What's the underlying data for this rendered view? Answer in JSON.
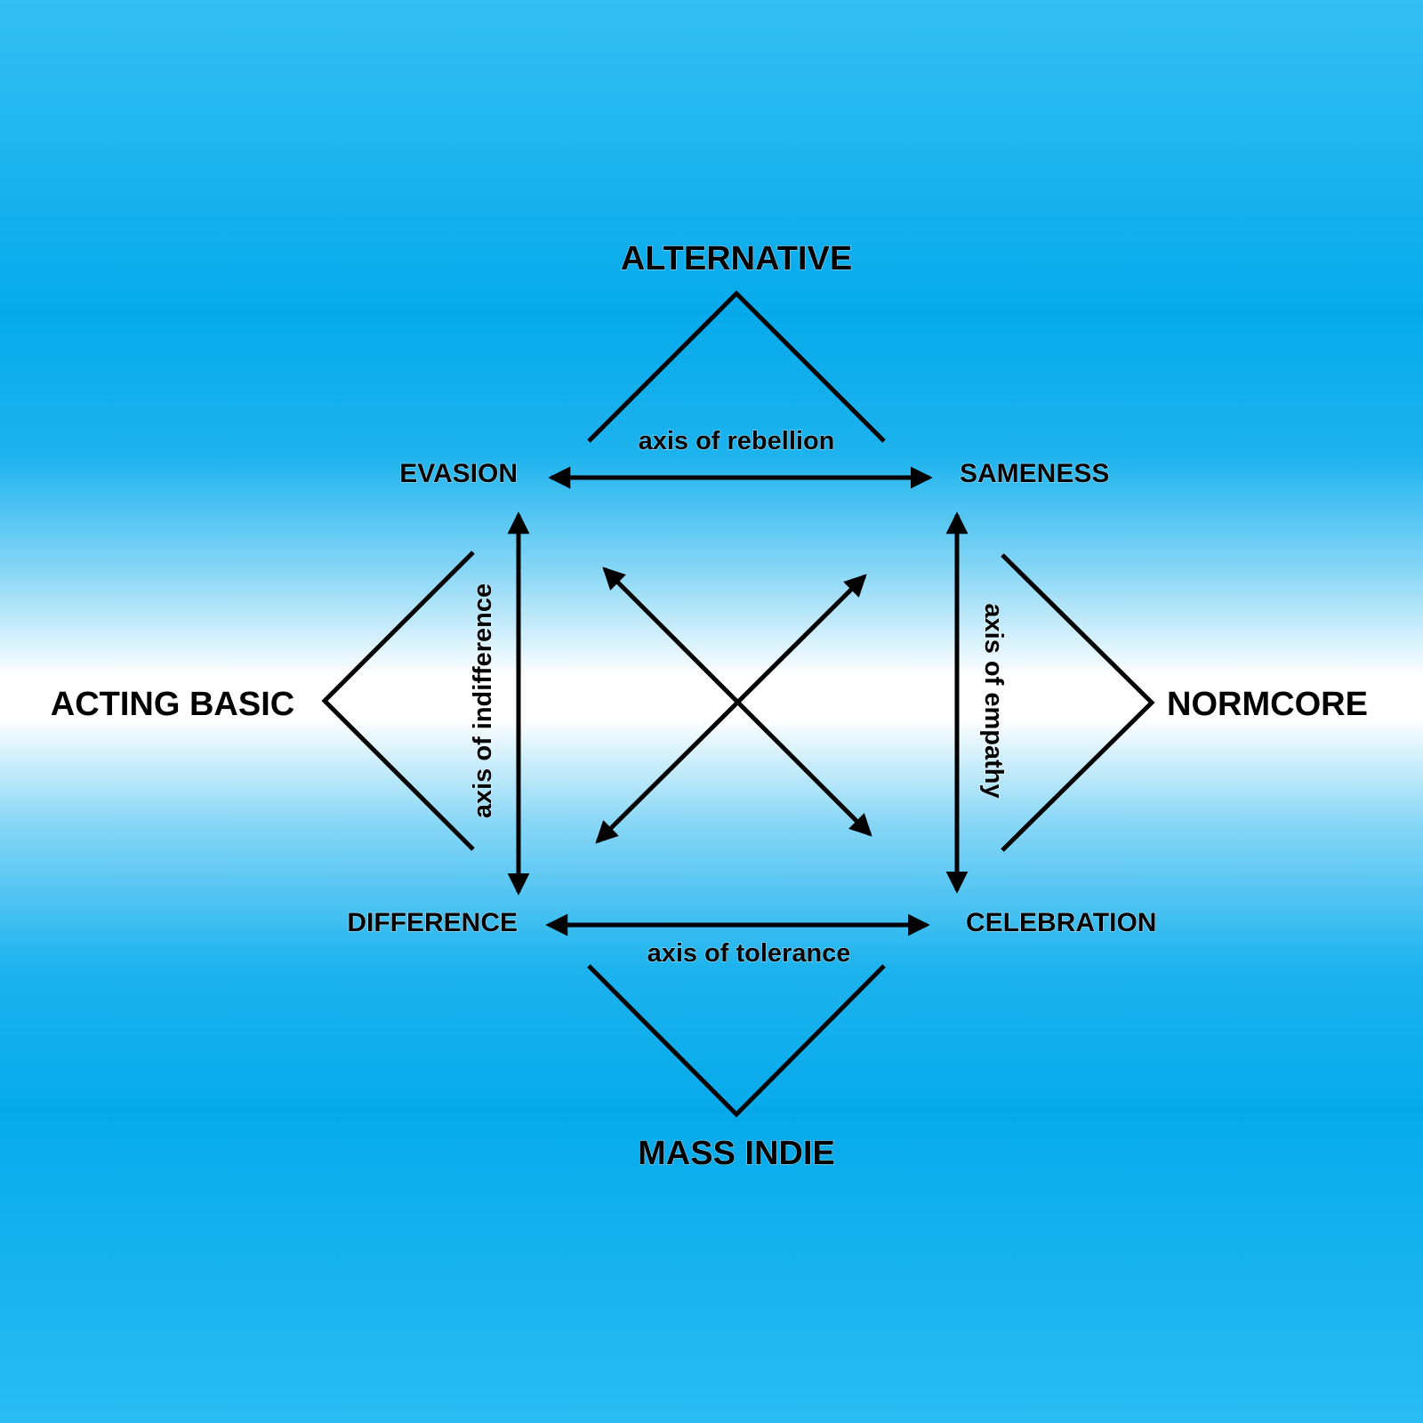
{
  "nodes": {
    "alternative": "ALTERNATIVE",
    "acting_basic": "ACTING BASIC",
    "normcore": "NORMCORE",
    "mass_indie": "MASS INDIE",
    "evasion": "EVASION",
    "sameness": "SAMENESS",
    "difference": "DIFFERENCE",
    "celebration": "CELEBRATION"
  },
  "axes": {
    "rebellion": "axis of rebellion",
    "indifference": "axis of indifference",
    "empathy": "axis of empathy",
    "tolerance": "axis of tolerance"
  },
  "colors": {
    "background_edge": "#06aaeb",
    "background_center": "#ffffff",
    "ink": "#000000"
  }
}
